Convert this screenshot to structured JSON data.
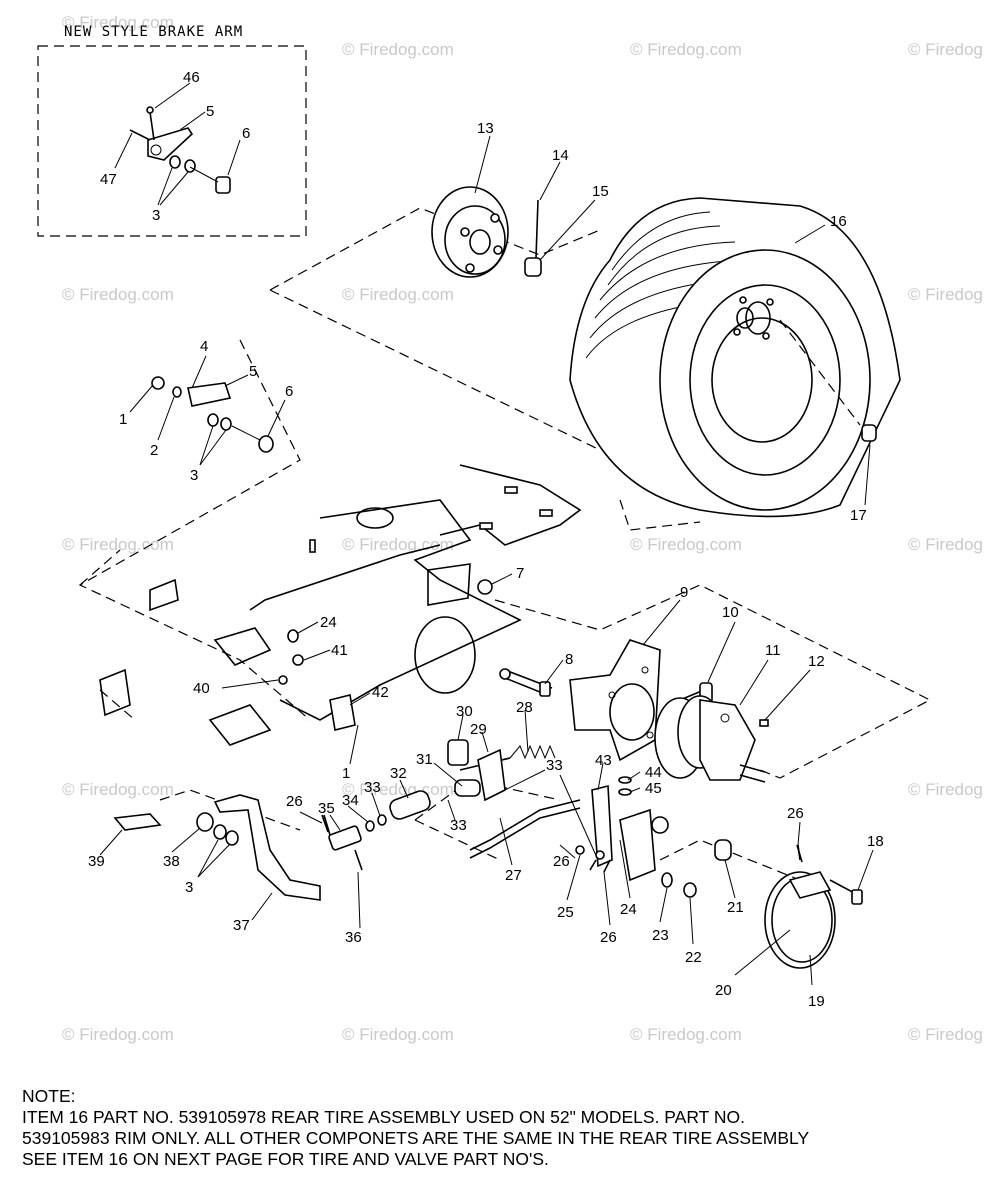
{
  "inset": {
    "title": "NEW STYLE BRAKE ARM"
  },
  "part_labels": [
    "1",
    "2",
    "3",
    "4",
    "5",
    "6",
    "7",
    "8",
    "9",
    "10",
    "11",
    "12",
    "13",
    "14",
    "15",
    "16",
    "17",
    "18",
    "19",
    "20",
    "21",
    "22",
    "23",
    "24",
    "25",
    "26",
    "27",
    "28",
    "29",
    "30",
    "31",
    "32",
    "33",
    "34",
    "35",
    "36",
    "37",
    "38",
    "39",
    "40",
    "41",
    "42",
    "43",
    "44",
    "45",
    "46",
    "47"
  ],
  "watermark": "© Firedog.com",
  "note": {
    "heading": "NOTE:",
    "lines": [
      "ITEM 16 PART NO. 539105978 REAR TIRE ASSEMBLY USED ON 52\" MODELS. PART NO.",
      "539105983 RIM ONLY. ALL OTHER COMPONETS ARE THE SAME IN THE REAR TIRE ASSEMBLY",
      "SEE ITEM 16 ON NEXT PAGE FOR TIRE AND VALVE PART NO'S."
    ]
  }
}
